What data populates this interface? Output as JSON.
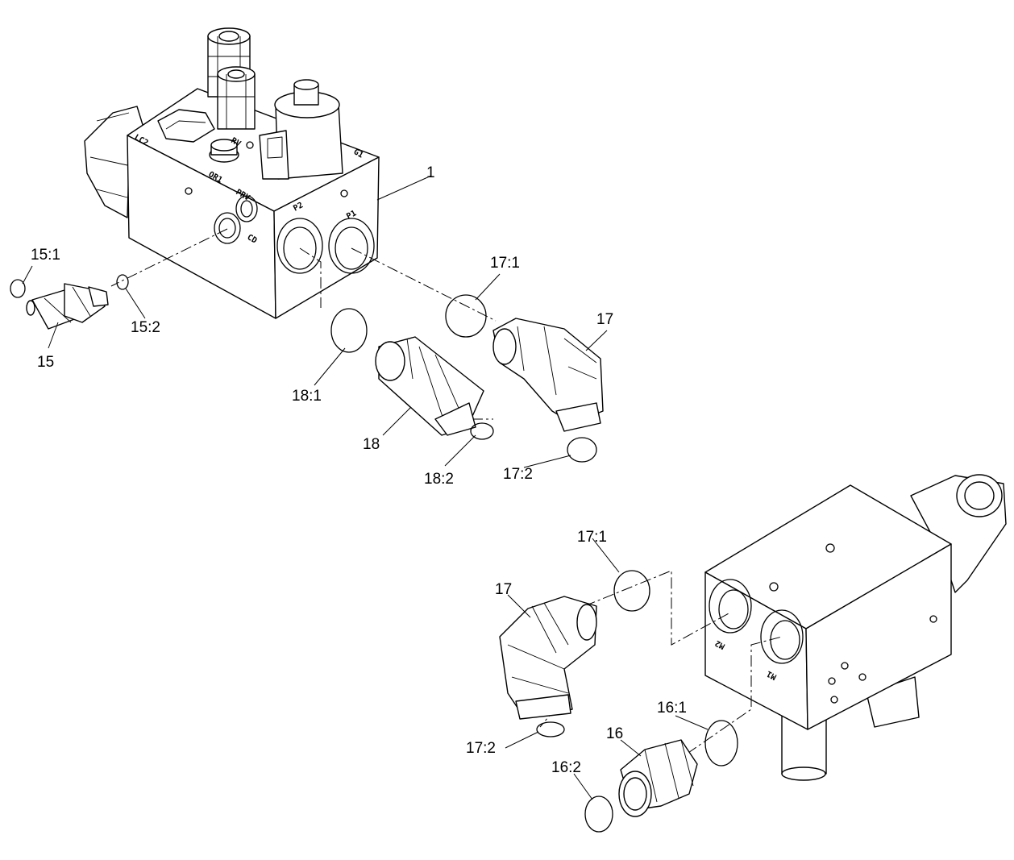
{
  "port_labels": {
    "lc2": "LC2",
    "rv": "RV",
    "g1": "G1",
    "or1": "OR1",
    "prv": "PRV",
    "cd": "CD",
    "p2": "P2",
    "p1": "P1",
    "m2": "M2",
    "m1": "M1"
  },
  "callouts": {
    "c1": "1",
    "c15_1": "15:1",
    "c15": "15",
    "c15_2": "15:2",
    "c17_1_top": "17:1",
    "c17_top": "17",
    "c18_1": "18:1",
    "c18": "18",
    "c18_2": "18:2",
    "c17_2_top": "17:2",
    "c17_1_bottom": "17:1",
    "c17_bottom": "17",
    "c17_2_bottom": "17:2",
    "c16_1": "16:1",
    "c16": "16",
    "c16_2": "16:2"
  }
}
